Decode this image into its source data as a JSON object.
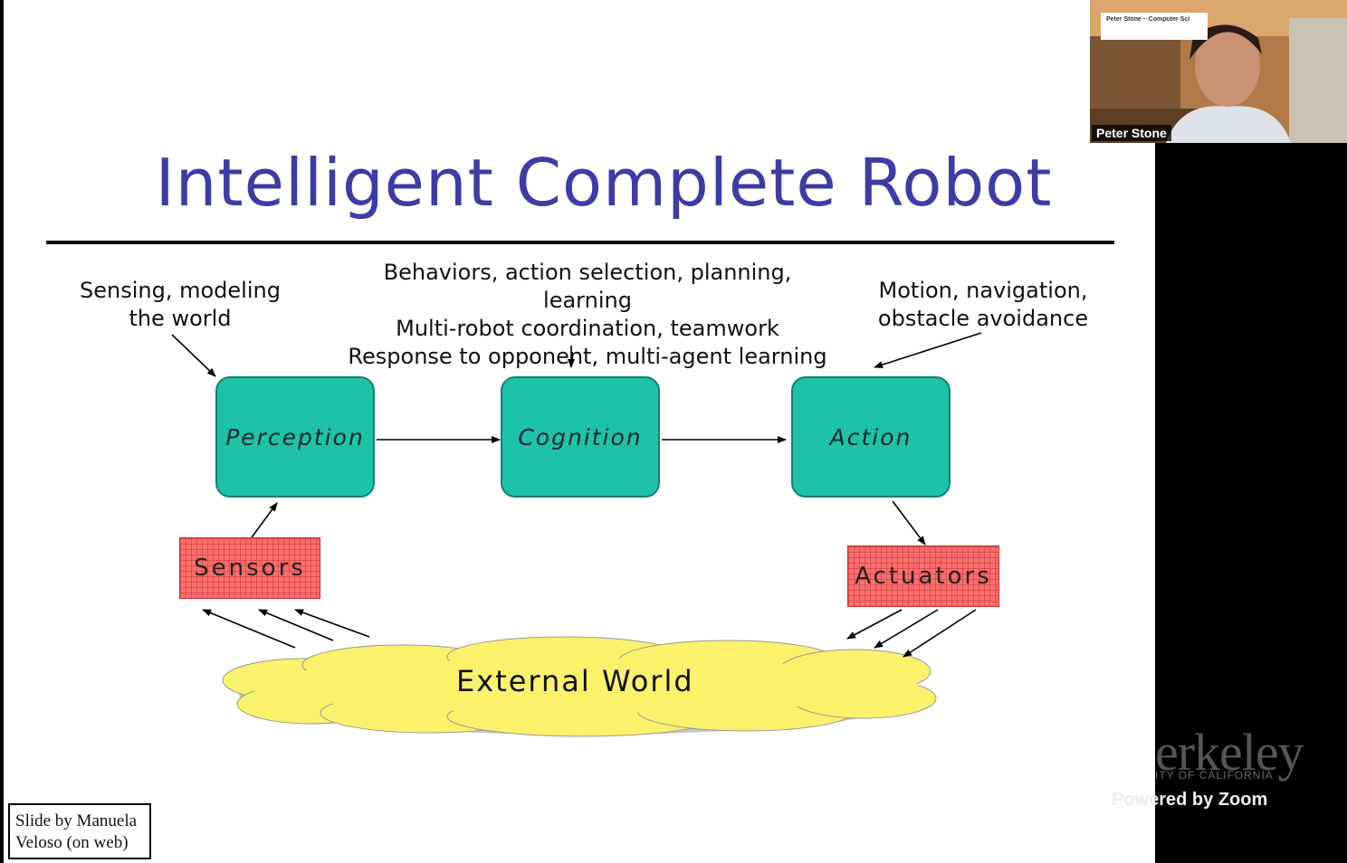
{
  "slide": {
    "title": "Intelligent Complete Robot",
    "captions": {
      "perception": [
        "Sensing, modeling",
        "the world"
      ],
      "cognition": [
        "Behaviors, action selection, planning, learning",
        "Multi-robot coordination, teamwork",
        "Response to opponent, multi-agent learning"
      ],
      "action": [
        "Motion, navigation,",
        "obstacle avoidance"
      ]
    },
    "boxes": {
      "perception": "Perception",
      "cognition": "Cognition",
      "action": "Action"
    },
    "sensors": "Sensors",
    "actuators": "Actuators",
    "world": "External World",
    "credit": [
      "Slide by Manuela",
      "Veloso (on web)"
    ],
    "colors": {
      "title": "#3c3ca6",
      "box": "#1cc3a9",
      "grid": "#ff6d6d",
      "cloud": "#fbf16b"
    }
  },
  "video": {
    "participant_name": "Peter Stone",
    "banner_text": "Peter Stone – Computer Sci"
  },
  "watermark": {
    "brand": "erkeley",
    "brand_sub": "ITY OF CALIFORNIA",
    "powered": "Powered by Zoom"
  }
}
